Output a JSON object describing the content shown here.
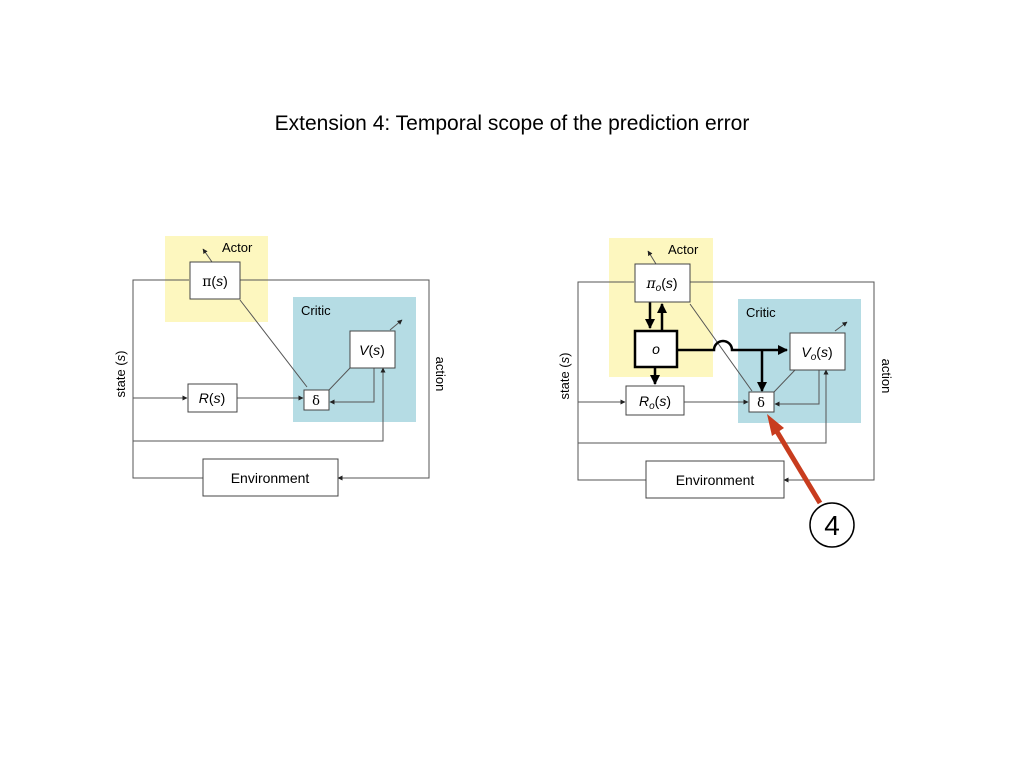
{
  "title": "Extension 4: Temporal scope of the prediction error",
  "colors": {
    "actor_bg": "#fdf7bf",
    "critic_bg": "#b5dce4",
    "arrow_highlight": "#c83c1e",
    "line": "#555555"
  },
  "left_diagram": {
    "actor_label": "Actor",
    "critic_label": "Critic",
    "policy": {
      "symbol": "π",
      "open": "(",
      "arg": "s",
      "close": ")"
    },
    "value": {
      "symbol": "V",
      "open": "(",
      "arg": "s",
      "close": ")"
    },
    "reward": {
      "symbol": "R",
      "open": "(",
      "arg": "s",
      "close": ")"
    },
    "delta": "δ",
    "environment": "Environment",
    "state_label": {
      "text": "state (",
      "arg": "s",
      "close": ")"
    },
    "action_label": "action"
  },
  "right_diagram": {
    "actor_label": "Actor",
    "critic_label": "Critic",
    "policy": {
      "symbol": "π",
      "sub": "o",
      "open": "(",
      "arg": "s",
      "close": ")"
    },
    "value": {
      "symbol": "V",
      "sub": "o",
      "open": "(",
      "arg": "s",
      "close": ")"
    },
    "reward": {
      "symbol": "R",
      "sub": "o",
      "open": "(",
      "arg": "s",
      "close": ")"
    },
    "option": "o",
    "delta": "δ",
    "environment": "Environment",
    "state_label": {
      "text": "state (",
      "arg": "s",
      "close": ")"
    },
    "action_label": "action"
  },
  "extension_badge": "4"
}
